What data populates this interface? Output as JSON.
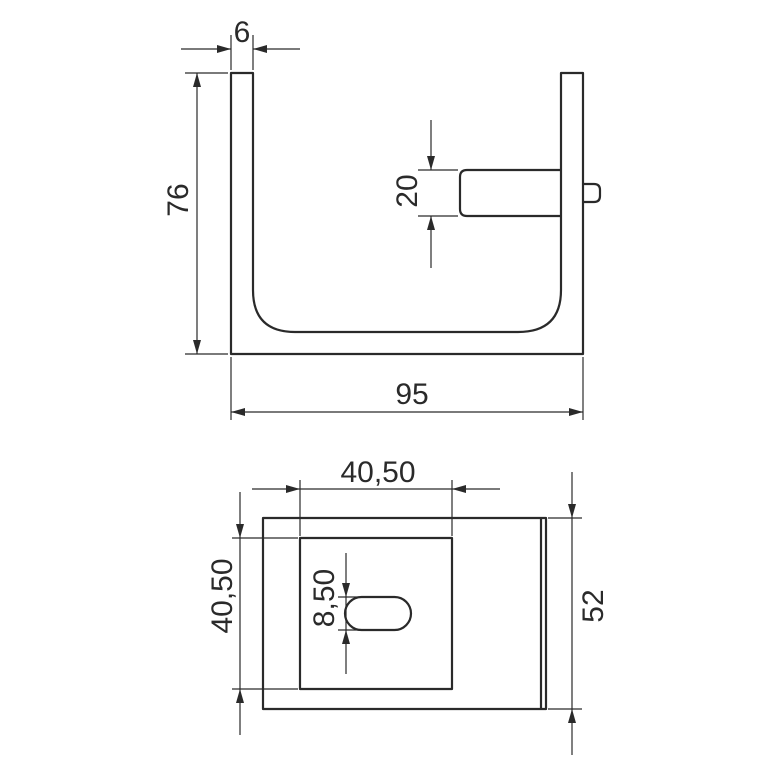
{
  "front_view": {
    "dim_thickness": "6",
    "dim_height": "76",
    "dim_lug": "20",
    "dim_width": "95"
  },
  "bottom_view": {
    "dim_plate_width": "40,50",
    "dim_plate_height": "40,50",
    "dim_slot": "8,50",
    "dim_depth": "52"
  },
  "colors": {
    "line": "#2a2a2a",
    "background": "#ffffff"
  }
}
